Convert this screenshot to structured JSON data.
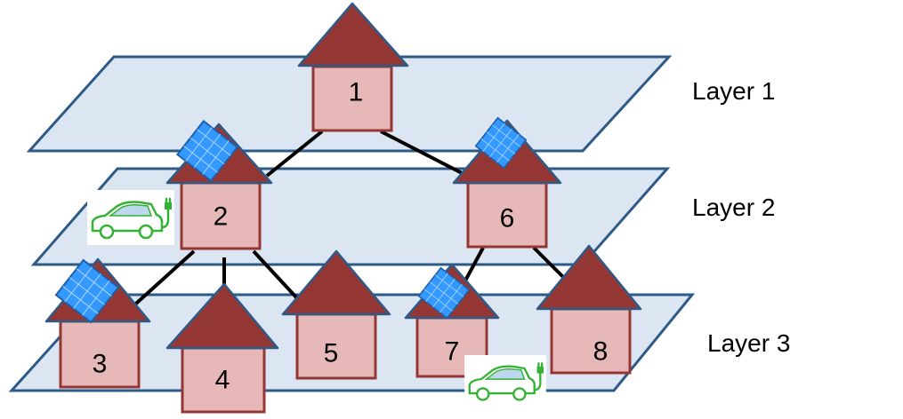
{
  "layers": [
    {
      "id": "1",
      "label": "Layer 1"
    },
    {
      "id": "2",
      "label": "Layer 2"
    },
    {
      "id": "3",
      "label": "Layer 3"
    }
  ],
  "houses": [
    {
      "id": "1",
      "label": "1",
      "layer": "1",
      "solar_panel": false,
      "ev_charger": false
    },
    {
      "id": "2",
      "label": "2",
      "layer": "2",
      "solar_panel": true,
      "ev_charger": true
    },
    {
      "id": "6",
      "label": "6",
      "layer": "2",
      "solar_panel": true,
      "ev_charger": false
    },
    {
      "id": "3",
      "label": "3",
      "layer": "3",
      "solar_panel": true,
      "ev_charger": false
    },
    {
      "id": "4",
      "label": "4",
      "layer": "3",
      "solar_panel": false,
      "ev_charger": false
    },
    {
      "id": "5",
      "label": "5",
      "layer": "3",
      "solar_panel": false,
      "ev_charger": false
    },
    {
      "id": "7",
      "label": "7",
      "layer": "3",
      "solar_panel": true,
      "ev_charger": true
    },
    {
      "id": "8",
      "label": "8",
      "layer": "3",
      "solar_panel": false,
      "ev_charger": false
    }
  ],
  "connections": [
    {
      "from": "1",
      "to": "2"
    },
    {
      "from": "1",
      "to": "6"
    },
    {
      "from": "2",
      "to": "3"
    },
    {
      "from": "2",
      "to": "4"
    },
    {
      "from": "2",
      "to": "5"
    },
    {
      "from": "6",
      "to": "7"
    },
    {
      "from": "6",
      "to": "8"
    }
  ],
  "colors": {
    "plane_fill": "#dce6f2",
    "plane_stroke": "#2e5a87",
    "roof": "#943634",
    "house_body": "#e6b9b8",
    "solar_panel": "#3399ff",
    "ev_icon": "#33b233"
  },
  "icons": {
    "solar": "solar-panel-icon",
    "ev": "electric-car-charging-icon"
  }
}
